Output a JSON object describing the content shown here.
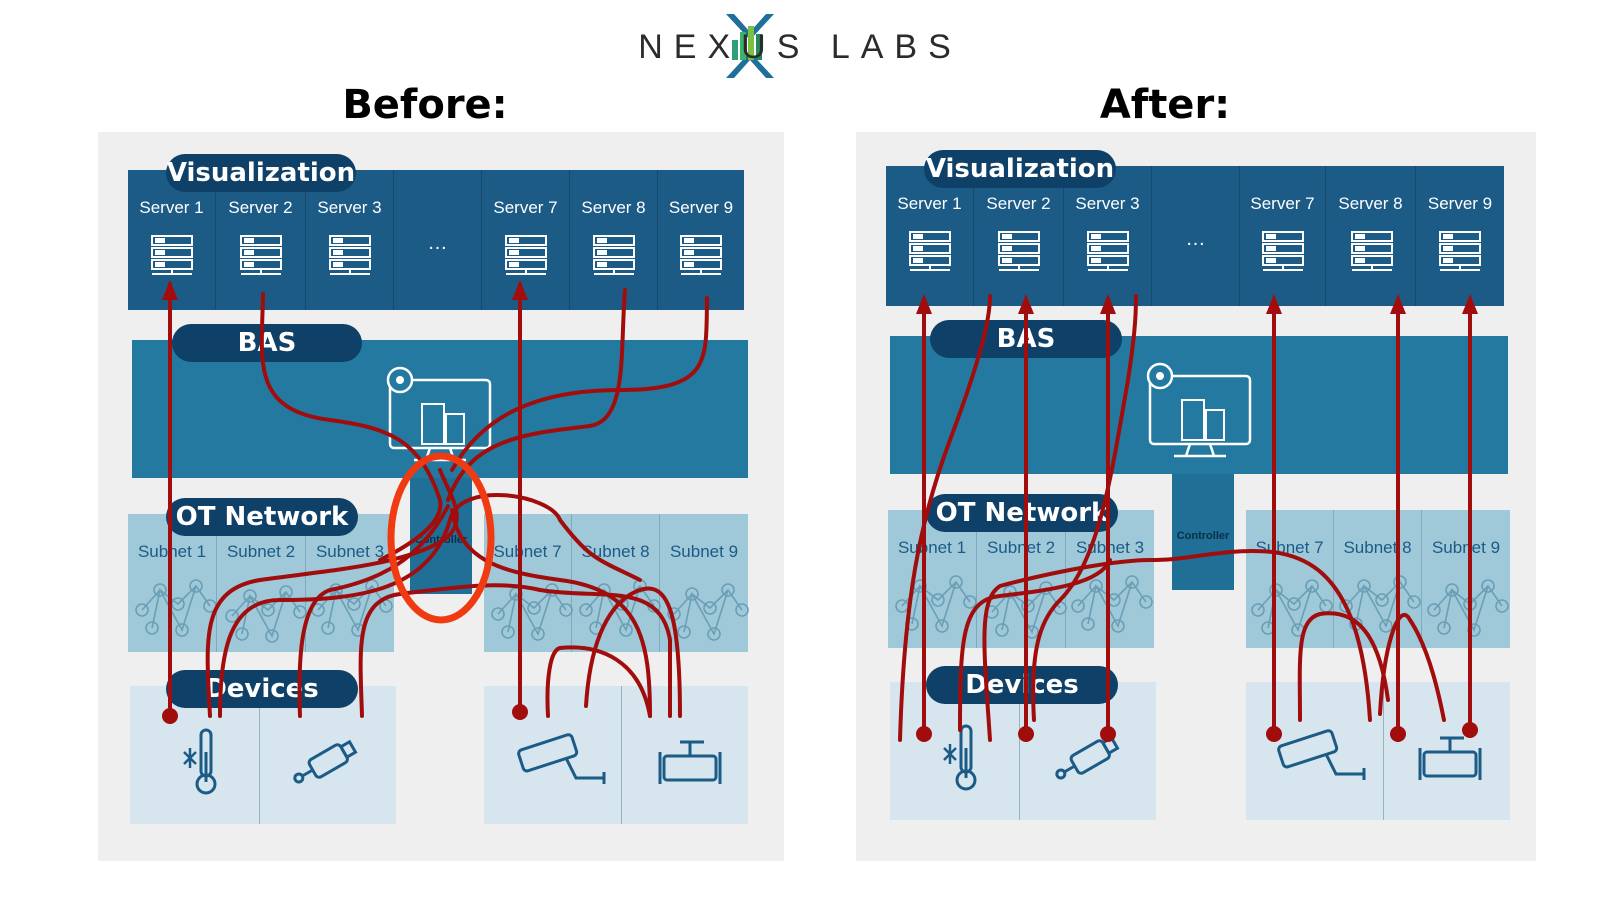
{
  "logo": {
    "text": "NEXUS LABS"
  },
  "panels": [
    {
      "heading": "Before:",
      "layers": {
        "visualization": "Visualization",
        "bas": "BAS",
        "ot_network": "OT Network",
        "devices": "Devices"
      },
      "servers": [
        "Server 1",
        "Server 2",
        "Server 3",
        "…",
        "Server 7",
        "Server 8",
        "Server 9"
      ],
      "subnets": [
        "Subnet 1",
        "Subnet 2",
        "Subnet 3",
        "Subnet 7",
        "Subnet 8",
        "Subnet 9"
      ],
      "controller": "Controller"
    },
    {
      "heading": "After:",
      "layers": {
        "visualization": "Visualization",
        "bas": "BAS",
        "ot_network": "OT Network",
        "devices": "Devices"
      },
      "servers": [
        "Server 1",
        "Server 2",
        "Server 3",
        "…",
        "Server 7",
        "Server 8",
        "Server 9"
      ],
      "subnets": [
        "Subnet 1",
        "Subnet 2",
        "Subnet 3",
        "Subnet 7",
        "Subnet 8",
        "Subnet 9"
      ],
      "controller": "Controller"
    }
  ],
  "colors": {
    "connection": "#a10d0d",
    "highlight": "#f03b12",
    "dark_band": "#1b5b86",
    "pill": "#0f4068"
  },
  "icons": [
    "server-icon",
    "bas-monitor-icon",
    "thermometer-icon",
    "sensor-icon",
    "camera-icon",
    "valve-icon",
    "network-graph-icon"
  ]
}
